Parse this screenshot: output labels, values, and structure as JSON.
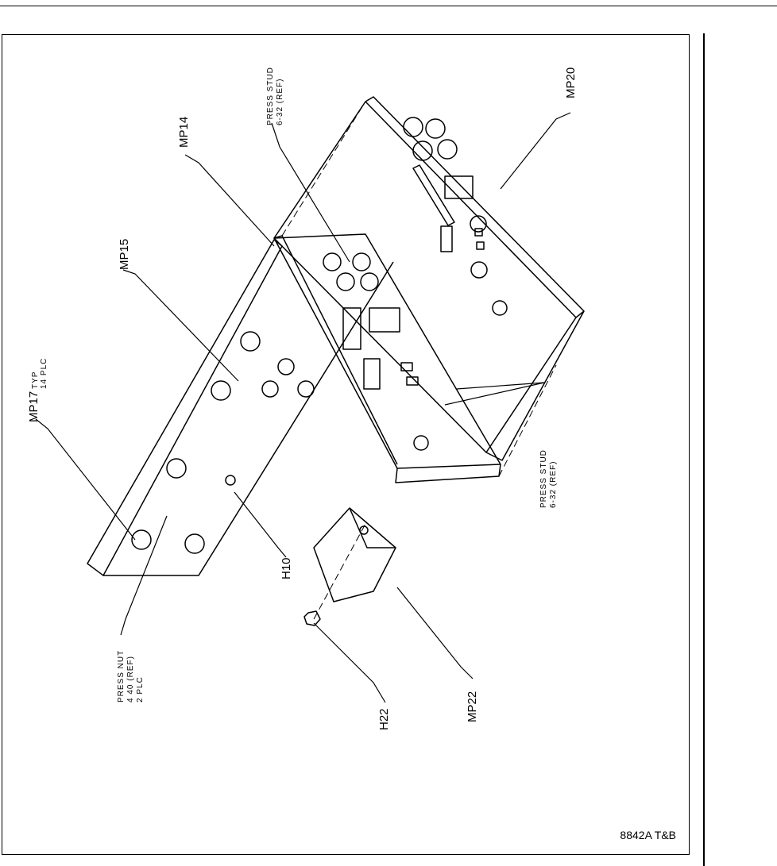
{
  "figure": {
    "part_labels": {
      "mp20": "MP20",
      "mp14": "MP14",
      "mp15": "MP15",
      "mp17": "MP17",
      "mp17_typ": "TYP",
      "mp17_qty": "14 PLC",
      "h10": "H10",
      "h22": "H22",
      "mp22": "MP22"
    },
    "callouts": {
      "press_stud_top_1": "PRESS STUD",
      "press_stud_top_2": "6-32 (REF)",
      "press_stud_right_1": "PRESS STUD",
      "press_stud_right_2": "6-32 (REF)",
      "press_nut_1": "PRESS NUT",
      "press_nut_2": "4 40 (REF)",
      "press_nut_3": "2 PLC"
    },
    "footer": {
      "figure_id": "8842A T&B"
    }
  }
}
